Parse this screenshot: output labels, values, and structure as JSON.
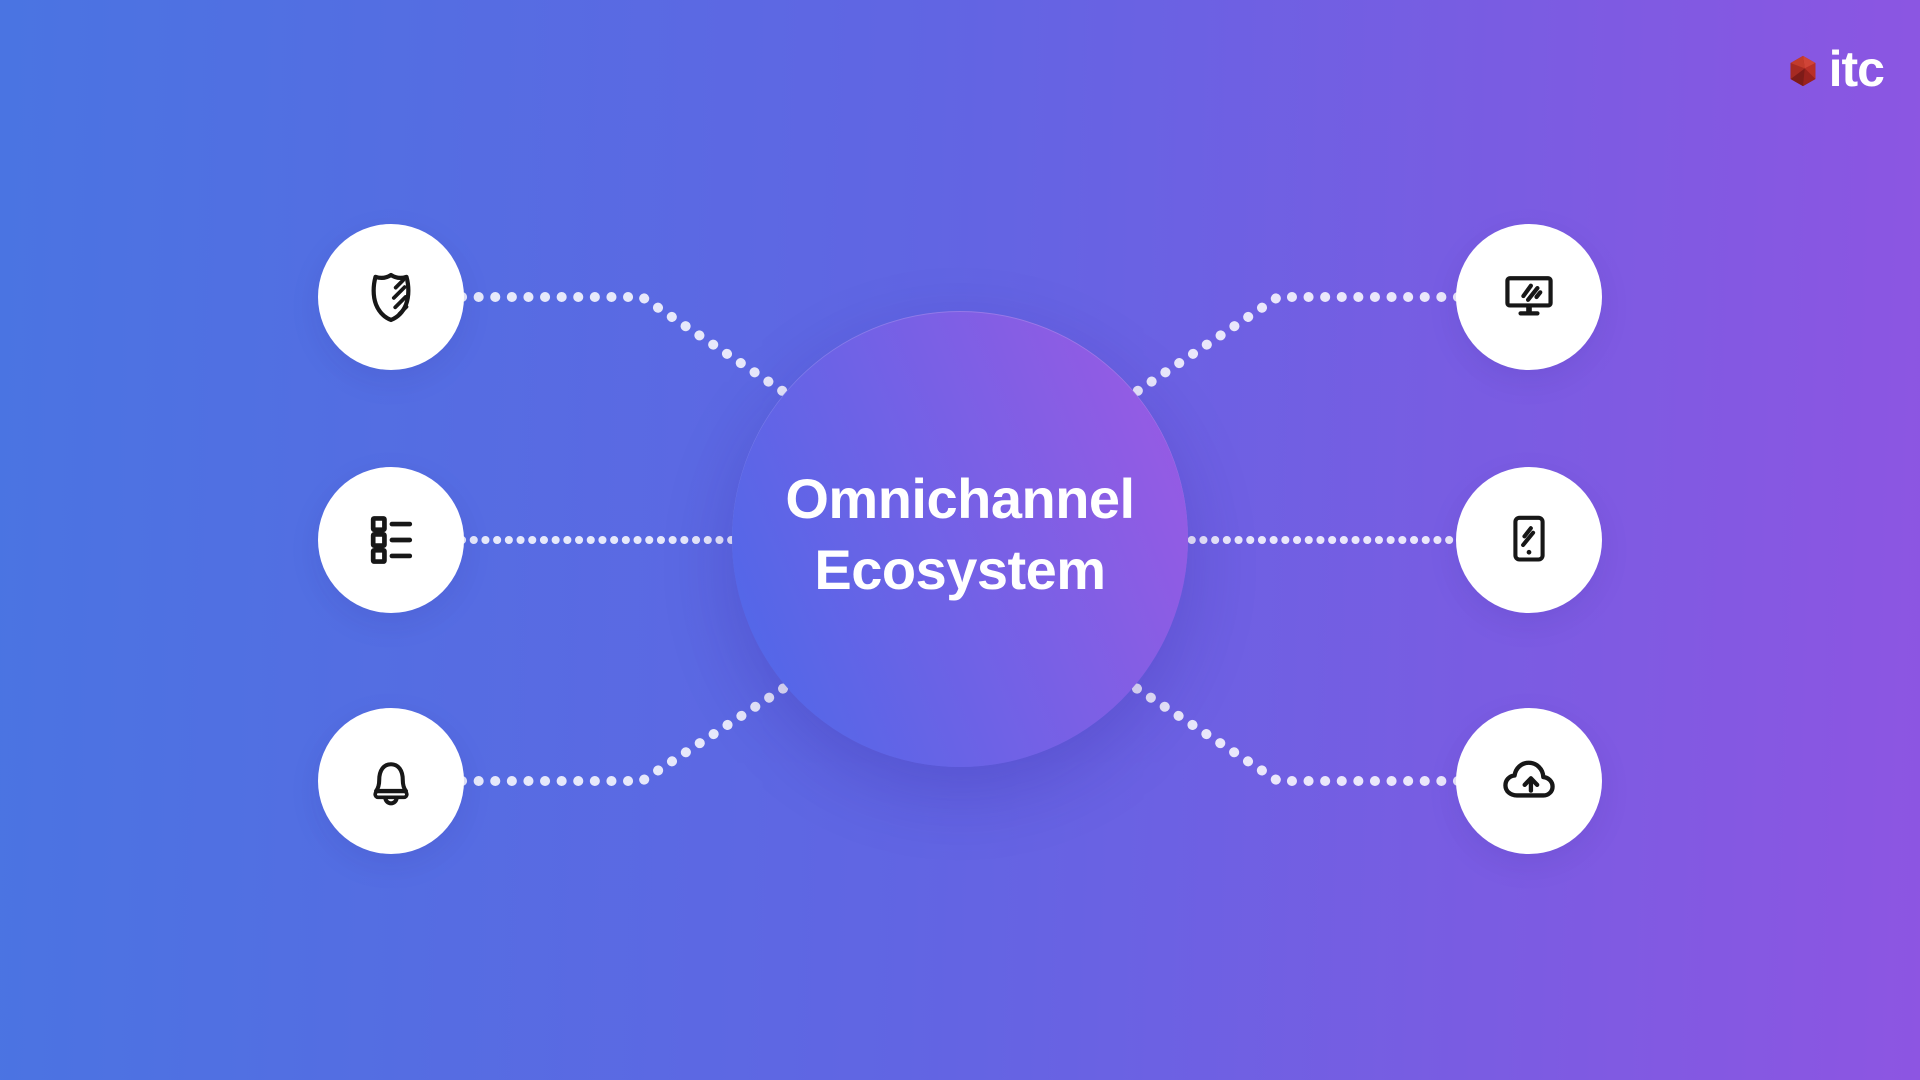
{
  "page": {
    "title": "Omnichannel Ecosystem infographic"
  },
  "logo": {
    "text": "itc",
    "gem_icon": "ruby-gem-icon",
    "gem_color": "#b5342c"
  },
  "center": {
    "title_line1": "Omnichannel",
    "title_line2": "Ecosystem",
    "gradient_start": "#4e68e8",
    "gradient_end": "#9a5ae3",
    "text_color": "#ffffff"
  },
  "nodes": {
    "left": [
      {
        "icon": "shield-icon"
      },
      {
        "icon": "checklist-icon"
      },
      {
        "icon": "bell-icon"
      }
    ],
    "right": [
      {
        "icon": "desktop-monitor-icon"
      },
      {
        "icon": "tablet-icon"
      },
      {
        "icon": "cloud-upload-icon"
      }
    ],
    "node_background": "#ffffff",
    "icon_stroke_color": "#171717"
  },
  "connectors": {
    "style": "dotted",
    "dot_color": "#ffffff"
  },
  "background": {
    "gradient_start": "#4a74e2",
    "gradient_end": "#8d55e2"
  }
}
